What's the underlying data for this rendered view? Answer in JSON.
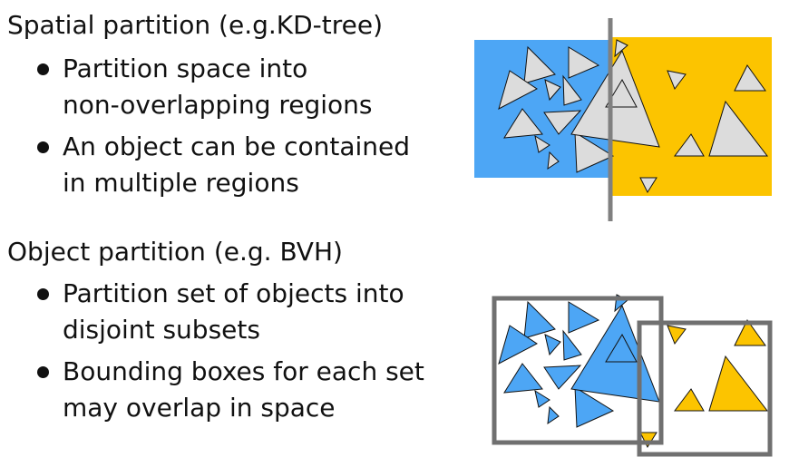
{
  "sections": [
    {
      "heading": "Spatial partition (e.g.KD-tree)",
      "bullets": [
        {
          "lines": [
            "Partition space into",
            "non-overlapping regions"
          ]
        },
        {
          "lines": [
            "An object can be contained",
            "in multiple regions"
          ]
        }
      ]
    },
    {
      "heading": "Object partition (e.g. BVH)",
      "bullets": [
        {
          "lines": [
            "Partition set of objects into",
            "disjoint subsets"
          ]
        },
        {
          "lines": [
            "Bounding boxes for each set",
            "may overlap in space"
          ]
        }
      ]
    }
  ],
  "colors": {
    "blue": "#4da6f5",
    "yellow": "#fcc400",
    "triangle_fill": "#dcdcdc",
    "split_line": "#808080",
    "bbox_stroke": "#707070"
  }
}
